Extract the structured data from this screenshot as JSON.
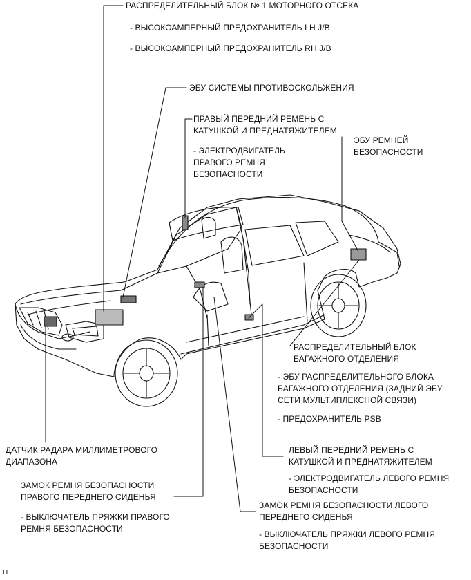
{
  "labels": {
    "junction_block_1": "РАСПРЕДЕЛИТЕЛЬНЫЙ БЛОК № 1 МОТОРНОГО ОТСЕКА",
    "fuse_lh_jb": "- ВЫСОКОАМПЕРНЫЙ ПРЕДОХРАНИТЕЛЬ LH J/B",
    "fuse_rh_jb": "- ВЫСОКОАМПЕРНЫЙ ПРЕДОХРАНИТЕЛЬ RH J/B",
    "pre_crash_ecu": "ЭБУ СИСТЕМЫ ПРОТИВОСКОЛЬЖЕНИЯ",
    "rh_front_belt": "ПРАВЫЙ ПЕРЕДНИЙ РЕМЕНЬ С\nКАТУШКОЙ И ПРЕДНАТЯЖИТЕЛЕМ",
    "rh_belt_motor": "- ЭЛЕКТРОДВИГАТЕЛЬ\nПРАВОГО РЕМНЯ\nБЕЗОПАСНОСТИ",
    "seat_belt_ecu": "ЭБУ РЕМНЕЙ\nБЕЗОПАСНОСТИ",
    "luggage_junction_block": "РАСПРЕДЕЛИТЕЛЬНЫЙ БЛОК\nБАГАЖНОГО ОТДЕЛЕНИЯ",
    "luggage_jb_ecu": "- ЭБУ РАСПРЕДЕЛИТЕЛЬНОГО БЛОКА\nБАГАЖНОГО ОТДЕЛЕНИЯ (ЗАДНИЙ ЭБУ\nСЕТИ МУЛЬТИПЛЕКСНОЙ СВЯЗИ)",
    "psb_fuse": "- ПРЕДОХРАНИТЕЛЬ PSB",
    "radar_sensor": "ДАТЧИК РАДАРА МИЛЛИМЕТРОВОГО\nДИАПАЗОНА",
    "lh_front_belt": "ЛЕВЫЙ ПЕРЕДНИЙ РЕМЕНЬ С\nКАТУШКОЙ И ПРЕДНАТЯЖИТЕЛЕМ",
    "lh_belt_motor": "- ЭЛЕКТРОДВИГАТЕЛЬ ЛЕВОГО РЕМНЯ\nБЕЗОПАСНОСТИ",
    "rh_buckle": "ЗАМОК РЕМНЯ БЕЗОПАСНОСТИ\nПРАВОГО ПЕРЕДНЕГО СИДЕНЬЯ",
    "rh_buckle_switch": "- ВЫКЛЮЧАТЕЛЬ ПРЯЖКИ ПРАВОГО\nРЕМНЯ БЕЗОПАСНОСТИ",
    "lh_buckle": "ЗАМОК РЕМНЯ БЕЗОПАСНОСТИ ЛЕВОГО\nПЕРЕДНЕГО СИДЕНЬЯ",
    "lh_buckle_switch": "- ВЫКЛЮЧАТЕЛЬ ПРЯЖКИ ЛЕВОГО РЕМНЯ\nБЕЗОПАСНОСТИ",
    "corner_mark": "H"
  },
  "colors": {
    "ink": "#111111",
    "background": "#ffffff",
    "component_fill": "#777777"
  }
}
